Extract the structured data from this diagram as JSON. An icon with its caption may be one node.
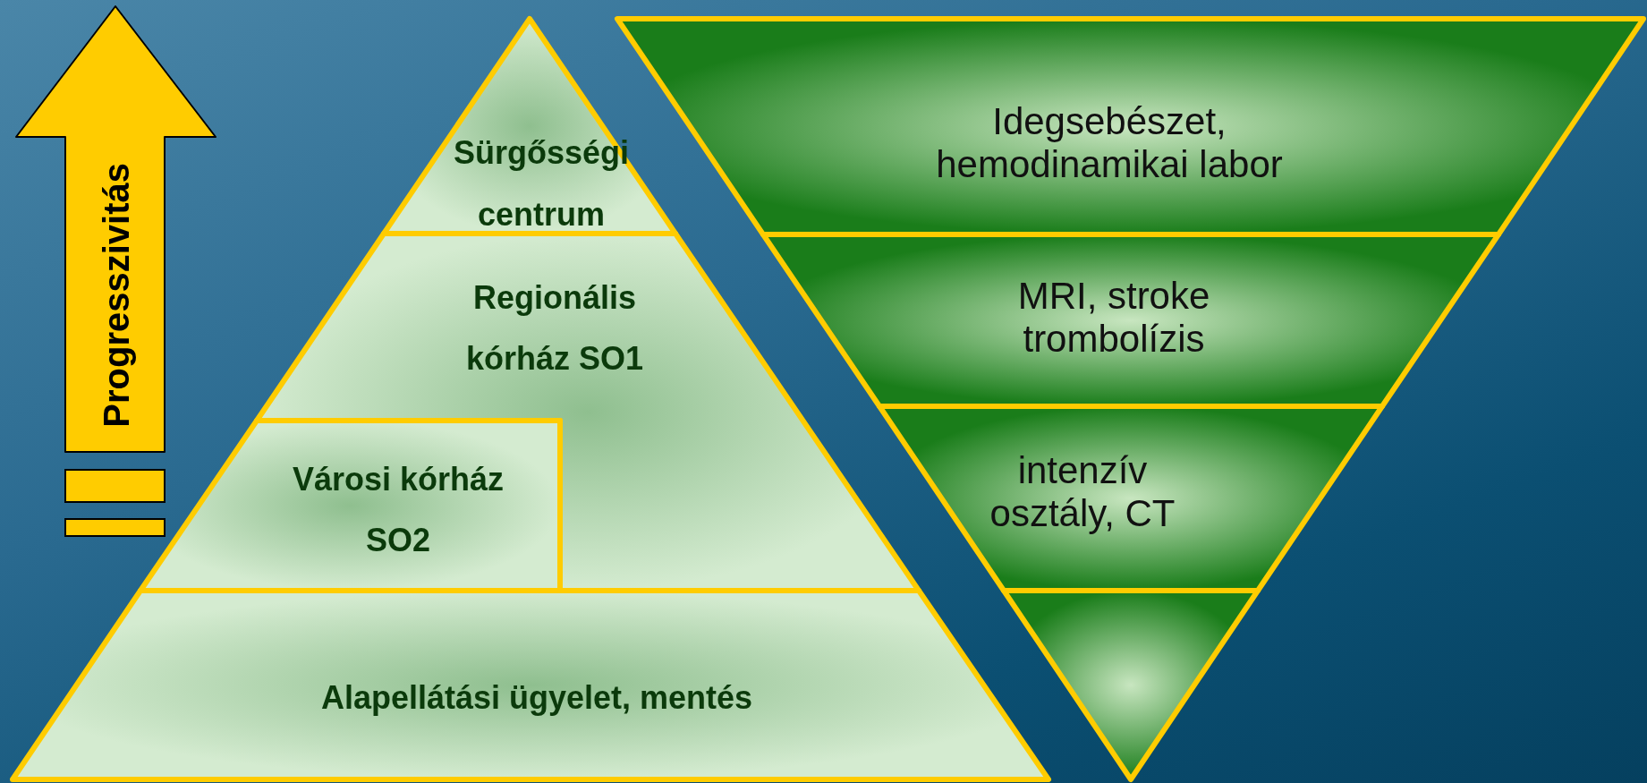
{
  "diagram": {
    "nodes": [
      {
        "text": [
          "Progresszivitás"
        ]
      },
      {
        "text": [
          "Sürgősségi centrum"
        ]
      },
      {
        "text": [
          "Regionális kórház SO1"
        ]
      },
      {
        "text": [
          "Városi kórház SO2"
        ]
      },
      {
        "text": [
          "Alapellátási ügyelet, mentés"
        ]
      },
      {
        "text": [
          "Idegsebészet, hemodinamikai labor"
        ]
      },
      {
        "text": [
          "MRI, stroke trombolízis"
        ]
      },
      {
        "text": [
          "intenzív osztály, CT"
        ]
      },
      {
        "text": [],
        "shape": "triangle"
      }
    ],
    "edges": []
  }
}
